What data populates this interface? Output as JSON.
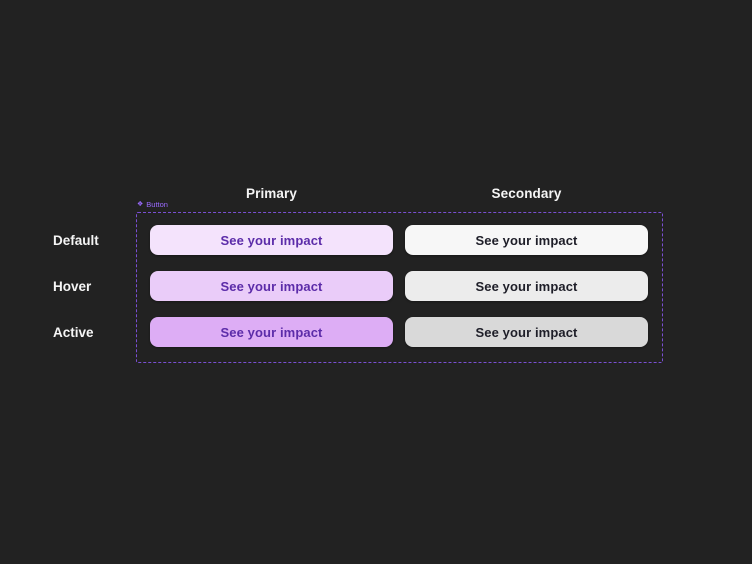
{
  "page": {
    "background": "#222222"
  },
  "frame": {
    "component_label": "Button",
    "component_icon": "component-diamond-icon",
    "border_color": "#7a4fd3",
    "label_color": "#9b6bff"
  },
  "columns": [
    {
      "label": "Primary"
    },
    {
      "label": "Secondary"
    }
  ],
  "rows": [
    {
      "label": "Default"
    },
    {
      "label": "Hover"
    },
    {
      "label": "Active"
    }
  ],
  "buttons": [
    {
      "variant": "Primary",
      "state": "Default",
      "label": "See your impact",
      "bg": "#f4e3fc",
      "fg": "#5c2ca9"
    },
    {
      "variant": "Secondary",
      "state": "Default",
      "label": "See your impact",
      "bg": "#f7f7f7",
      "fg": "#1e1e28"
    },
    {
      "variant": "Primary",
      "state": "Hover",
      "label": "See your impact",
      "bg": "#eaccf9",
      "fg": "#5c2ca9"
    },
    {
      "variant": "Secondary",
      "state": "Hover",
      "label": "See your impact",
      "bg": "#ececec",
      "fg": "#1e1e28"
    },
    {
      "variant": "Primary",
      "state": "Active",
      "label": "See your impact",
      "bg": "#ddadf5",
      "fg": "#5c2ca9"
    },
    {
      "variant": "Secondary",
      "state": "Active",
      "label": "See your impact",
      "bg": "#d9d9d9",
      "fg": "#1e1e28"
    }
  ]
}
